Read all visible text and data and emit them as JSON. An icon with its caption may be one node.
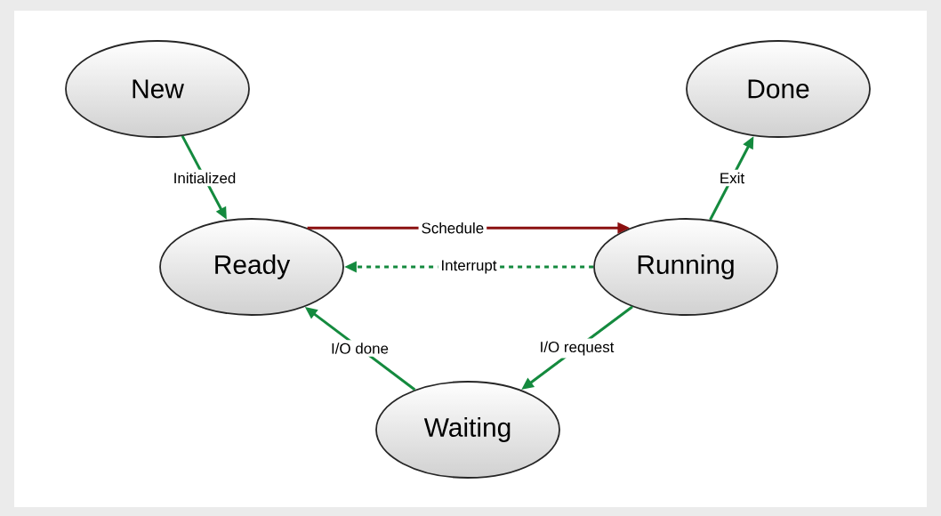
{
  "diagram": {
    "nodes": [
      {
        "text": [
          "New"
        ]
      },
      {
        "text": [
          "Done"
        ]
      },
      {
        "text": [
          "Ready"
        ]
      },
      {
        "text": [
          "Running"
        ]
      },
      {
        "text": [
          "Waiting"
        ]
      }
    ],
    "edges": [
      {
        "from": 0,
        "to": 2,
        "arrow": "to",
        "label": "Initialized"
      },
      {
        "from": 2,
        "to": 3,
        "arrow": "to",
        "label": "Schedule",
        "color": "#8b1010"
      },
      {
        "from": 3,
        "to": 2,
        "arrow": "to",
        "label": "Interrupt",
        "style": "dashed"
      },
      {
        "from": 3,
        "to": 1,
        "arrow": "to",
        "label": "Exit"
      },
      {
        "from": 3,
        "to": 4,
        "arrow": "to",
        "label": "I/O request"
      },
      {
        "from": 4,
        "to": 2,
        "arrow": "to",
        "label": "I/O done"
      }
    ]
  }
}
